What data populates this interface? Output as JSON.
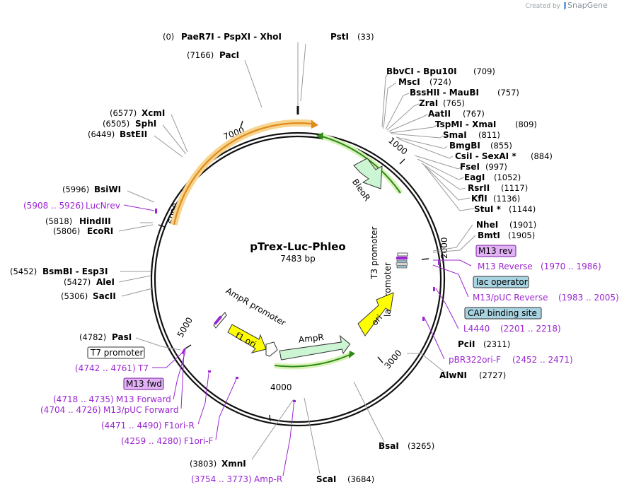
{
  "credit": {
    "created_by": "Created by",
    "brand": "SnapGene"
  },
  "plasmid": {
    "name": "pTrex-Luc-Phleo",
    "size": "7483 bp"
  },
  "ticks": [
    "1000",
    "2000",
    "3000",
    "4000",
    "5000",
    "6000",
    "7000"
  ],
  "enzymes": [
    {
      "pos": "(0)",
      "name": "PaeR7I  - PspXI  - XhoI"
    },
    {
      "pos": "(33)",
      "name": "PstI"
    },
    {
      "pos": "(7166)",
      "name": "PacI"
    },
    {
      "pos": "(709)",
      "name": "BbvCI  - Bpu10I"
    },
    {
      "pos": "(724)",
      "name": "MscI"
    },
    {
      "pos": "(757)",
      "name": "BssHII  - MauBI"
    },
    {
      "pos": "(765)",
      "name": "ZraI"
    },
    {
      "pos": "(767)",
      "name": "AatII"
    },
    {
      "pos": "(809)",
      "name": "TspMI  - XmaI"
    },
    {
      "pos": "(811)",
      "name": "SmaI"
    },
    {
      "pos": "(855)",
      "name": "BmgBI"
    },
    {
      "pos": "(884)",
      "name": "CsiI  - SexAI *"
    },
    {
      "pos": "(997)",
      "name": "FseI"
    },
    {
      "pos": "(1052)",
      "name": "EagI"
    },
    {
      "pos": "(1117)",
      "name": "RsrII"
    },
    {
      "pos": "(1136)",
      "name": "KflI"
    },
    {
      "pos": "(1144)",
      "name": "StuI *"
    },
    {
      "pos": "(1901)",
      "name": "NheI"
    },
    {
      "pos": "(1905)",
      "name": "BmtI"
    },
    {
      "pos": "(6577)",
      "name": "XcmI"
    },
    {
      "pos": "(6505)",
      "name": "SphI"
    },
    {
      "pos": "(6449)",
      "name": "BstEII"
    },
    {
      "pos": "(5996)",
      "name": "BsiWI"
    },
    {
      "pos": "(5818)",
      "name": "HindIII"
    },
    {
      "pos": "(5806)",
      "name": "EcoRI"
    },
    {
      "pos": "(5452)",
      "name": "BsmBI  - Esp3I"
    },
    {
      "pos": "(5427)",
      "name": "AleI"
    },
    {
      "pos": "(5306)",
      "name": "SacII"
    },
    {
      "pos": "(4782)",
      "name": "PasI"
    },
    {
      "pos": "(2311)",
      "name": "PciI"
    },
    {
      "pos": "(2727)",
      "name": "AlwNI"
    },
    {
      "pos": "(3265)",
      "name": "BsaI"
    },
    {
      "pos": "(3803)",
      "name": "XmnI"
    },
    {
      "pos": "(3684)",
      "name": "ScaI"
    }
  ],
  "primers": [
    {
      "pos": "(5908 .. 5926)",
      "name": "LucNrev"
    },
    {
      "pos": "(1970 .. 1986)",
      "name": "M13 Reverse"
    },
    {
      "pos": "(1983 .. 2005)",
      "name": "M13/pUC Reverse"
    },
    {
      "pos": "(2201 .. 2218)",
      "name": "L4440"
    },
    {
      "pos": "(2452 .. 2471)",
      "name": "pBR322ori-F"
    },
    {
      "pos": "(4742 .. 4761)",
      "name": "T7"
    },
    {
      "pos": "(4718 .. 4735)",
      "name": "M13 Forward"
    },
    {
      "pos": "(4704 .. 4726)",
      "name": "M13/pUC Forward"
    },
    {
      "pos": "(4471 .. 4490)",
      "name": "F1ori-R"
    },
    {
      "pos": "(4259 .. 4280)",
      "name": "F1ori-F"
    },
    {
      "pos": "(3754 .. 3773)",
      "name": "Amp-R"
    }
  ],
  "boxed_features": [
    {
      "name": "M13 rev",
      "color": "#e1b2f5",
      "stroke": "#7a1fa2"
    },
    {
      "name": "lac operator",
      "color": "#a8d3e0",
      "stroke": "#333333"
    },
    {
      "name": "CAP binding site",
      "color": "#a8d3e0",
      "stroke": "#333333"
    },
    {
      "name": "T7 promoter",
      "color": "#ffffff",
      "stroke": "#333333"
    },
    {
      "name": "M13 fwd",
      "color": "#e1b2f5",
      "stroke": "#7a1fa2"
    }
  ],
  "features": [
    {
      "name": "BleoR",
      "color": "#ccf5d3"
    },
    {
      "name": "T3 promoter",
      "color": "#ffffff"
    },
    {
      "name": "lac promoter",
      "color": "#ffffff"
    },
    {
      "name": "ori",
      "color": "#ffff00"
    },
    {
      "name": "AmpR promoter",
      "color": "#ffffff"
    },
    {
      "name": "f1 ori",
      "color": "#ffff00"
    },
    {
      "name": "AmpR",
      "color": "#ccf5d3"
    }
  ],
  "colors": {
    "backbone": "#111111",
    "primer": "#9b26d2",
    "orf_arrow": "#2d8a14",
    "orange_arrow": "#e08a1e",
    "leader": "#999999"
  }
}
